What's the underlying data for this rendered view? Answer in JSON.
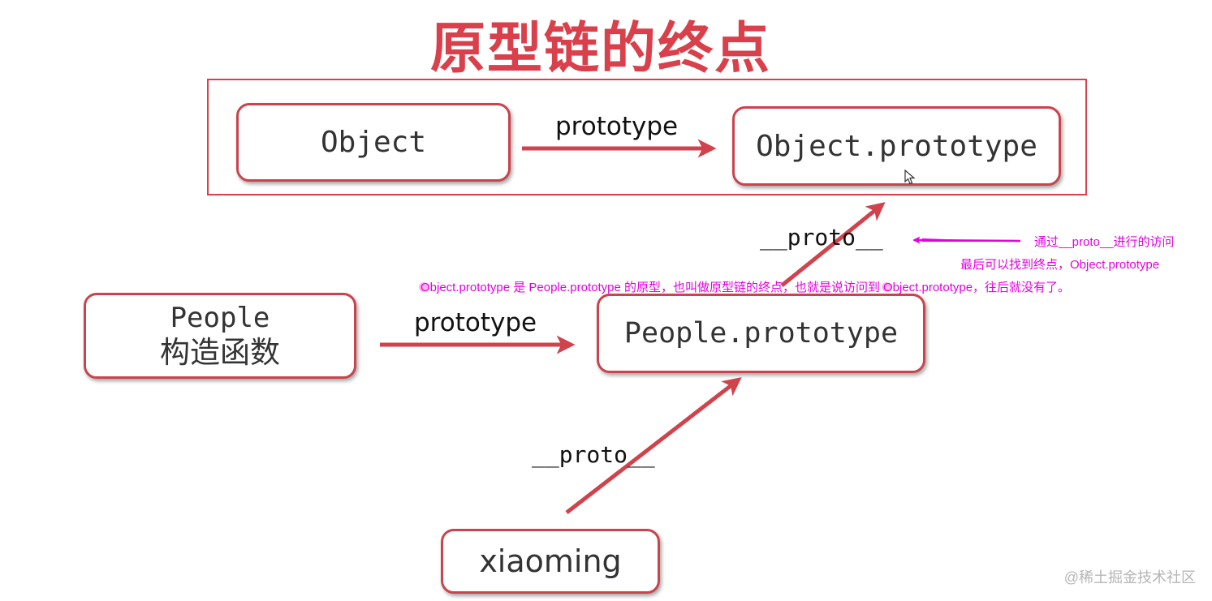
{
  "title": "原型链的终点",
  "nodes": {
    "object": "Object",
    "object_prototype": "Object.prototype",
    "people": "People",
    "people_subtitle": "构造函数",
    "people_prototype": "People.prototype",
    "xiaoming": "xiaoming"
  },
  "edges": {
    "object_to_proto": "prototype",
    "people_to_proto": "prototype",
    "people_proto_to_object_proto": "__proto__",
    "xiaoming_to_people_proto": "__proto__"
  },
  "annotations": {
    "access_note_line1": "通过__proto__进行的访问",
    "access_note_line2": "最后可以找到终点，Object.prototype",
    "end_note_part1": "Object.prototype 是 People.prototype 的原型，也叫做原型链的终点，也就是说访问到",
    "end_note_part2": "Object.prototype，往后就没有了。"
  },
  "watermark": "@稀土掘金技术社区",
  "colors": {
    "title": "#d9404b",
    "box_border": "#c9444d",
    "arrow": "#d0434c",
    "note": "#e400e0"
  }
}
